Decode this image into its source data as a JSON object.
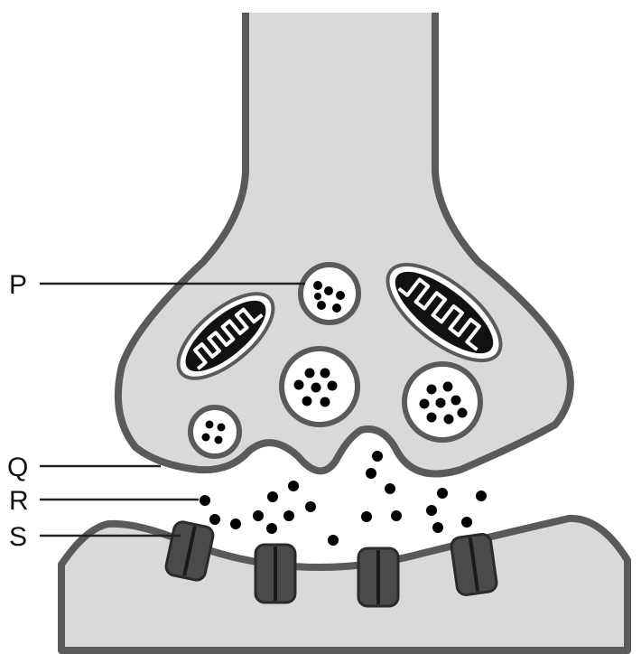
{
  "labels": {
    "p": "P",
    "q": "Q",
    "r": "R",
    "s": "S"
  },
  "colors": {
    "membrane": "#5a5a5a",
    "cytoplasm": "#d9d9d9",
    "cleft": "#ffffff",
    "mitochondrion": "#111111",
    "neurotransmitter": "#000000",
    "receptor": "#4a4a4a",
    "label_line": "#222222"
  }
}
